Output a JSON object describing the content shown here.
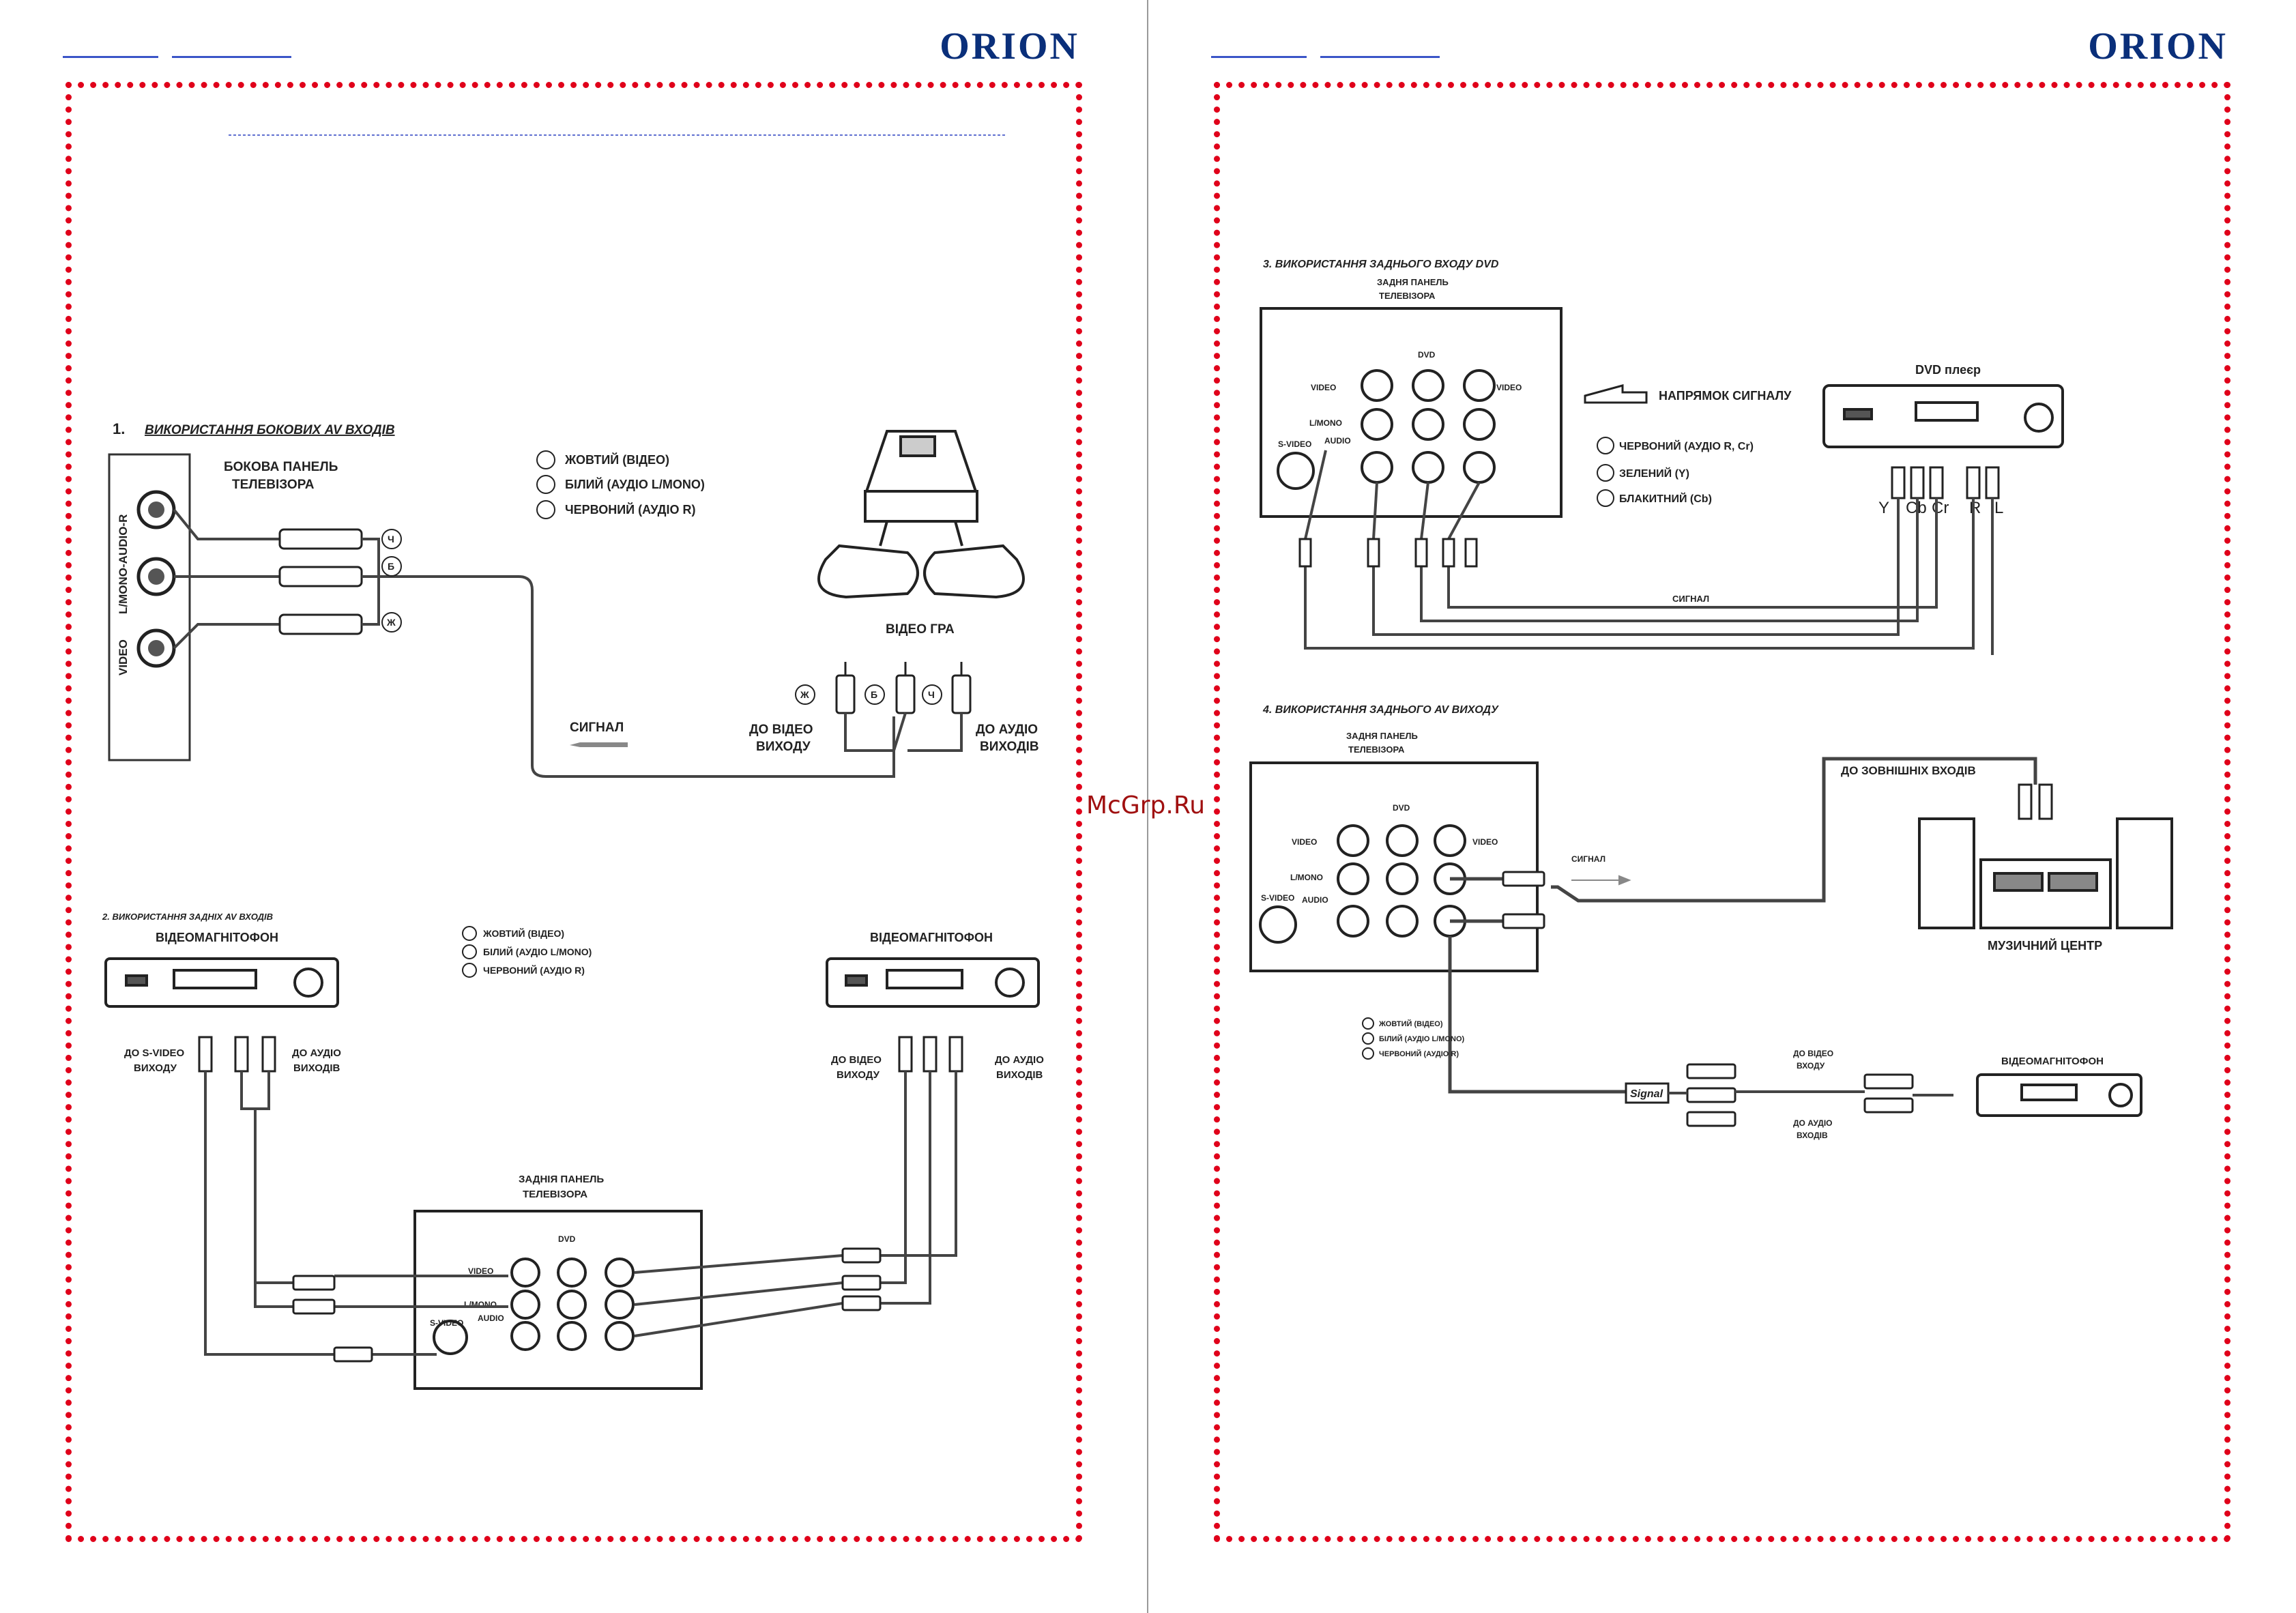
{
  "brand": "ORION",
  "watermark": "McGrp.Ru",
  "left": {
    "s1_title": "ВИКОРИСТАННЯ БОКОВИХ AV ВХОДІВ",
    "s1_num": "1.",
    "side_panel": "БОКОВА ПАНЕЛЬ",
    "side_panel2": "ТЕЛЕВІЗОРА",
    "jack_audio": "L/MONO-AUDIO-R",
    "jack_video": "VIDEO",
    "legend1": "ЖОВТИЙ (ВІДЕО)",
    "legend2": "БІЛИЙ (АУДІО L/MONO)",
    "legend3": "ЧЕРВОНИЙ (АУДІО R)",
    "game": "ВІДЕО ГРА",
    "signal": "СИГНАЛ",
    "to_video_out": "ДО ВІДЕО",
    "to_video_out2": "ВИХОДУ",
    "to_audio_out": "ДО АУДІО",
    "to_audio_out2": "ВИХОДІВ",
    "s2_title": "2. ВИКОРИСТАННЯ ЗАДНІХ AV ВХОДІВ",
    "vcr": "ВІДЕОМАГНІТОФОН",
    "to_svideo": "ДО S-VIDEO",
    "to_svideo2": "ВИХОДУ",
    "rear_panel": "ЗАДНІЯ ПАНЕЛЬ",
    "rear_panel2": "ТЕЛЕВІЗОРА",
    "svideo": "S-VIDEO",
    "video": "VIDEO",
    "lmono": "L/MONO",
    "audio": "AUDIO",
    "dvd": "DVD"
  },
  "right": {
    "s3_title": "3. ВИКОРИСТАННЯ ЗАДНЬОГО ВХОДУ DVD",
    "rear_panel": "ЗАДНЯ ПАНЕЛЬ",
    "rear_panel2": "ТЕЛЕВІЗОРА",
    "direction": "НАПРЯМОК СИГНАЛУ",
    "red": "ЧЕРВОНИЙ (АУДІО R, Cr)",
    "green": "ЗЕЛЕНИЙ (Y)",
    "blue": "БЛАКИТНИЙ (Cb)",
    "dvd_player": "DVD плеєр",
    "y": "Y",
    "cb": "Cb",
    "cr": "Cr",
    "r": "R",
    "l": "L",
    "signal": "СИГНАЛ",
    "s4_title": "4. ВИКОРИСТАННЯ ЗАДНЬОГО AV ВИХОДУ",
    "to_ext": "ДО ЗОВНІШНІХ ВХОДІВ",
    "music": "МУЗИЧНИЙ ЦЕНТР",
    "legend1": "ЖОВТИЙ (ВІДЕО)",
    "legend2": "БІЛИЙ (АУДІО L/MONO)",
    "legend3": "ЧЕРВОНИЙ (АУДІО R)",
    "to_video_in": "ДО ВІДЕО",
    "to_video_in2": "ВХОДУ",
    "to_audio_in": "ДО АУДІО",
    "to_audio_in2": "ВХОДІВ",
    "vcr": "ВІДЕОМАГНІТОФОН",
    "signal_box": "Signal"
  }
}
